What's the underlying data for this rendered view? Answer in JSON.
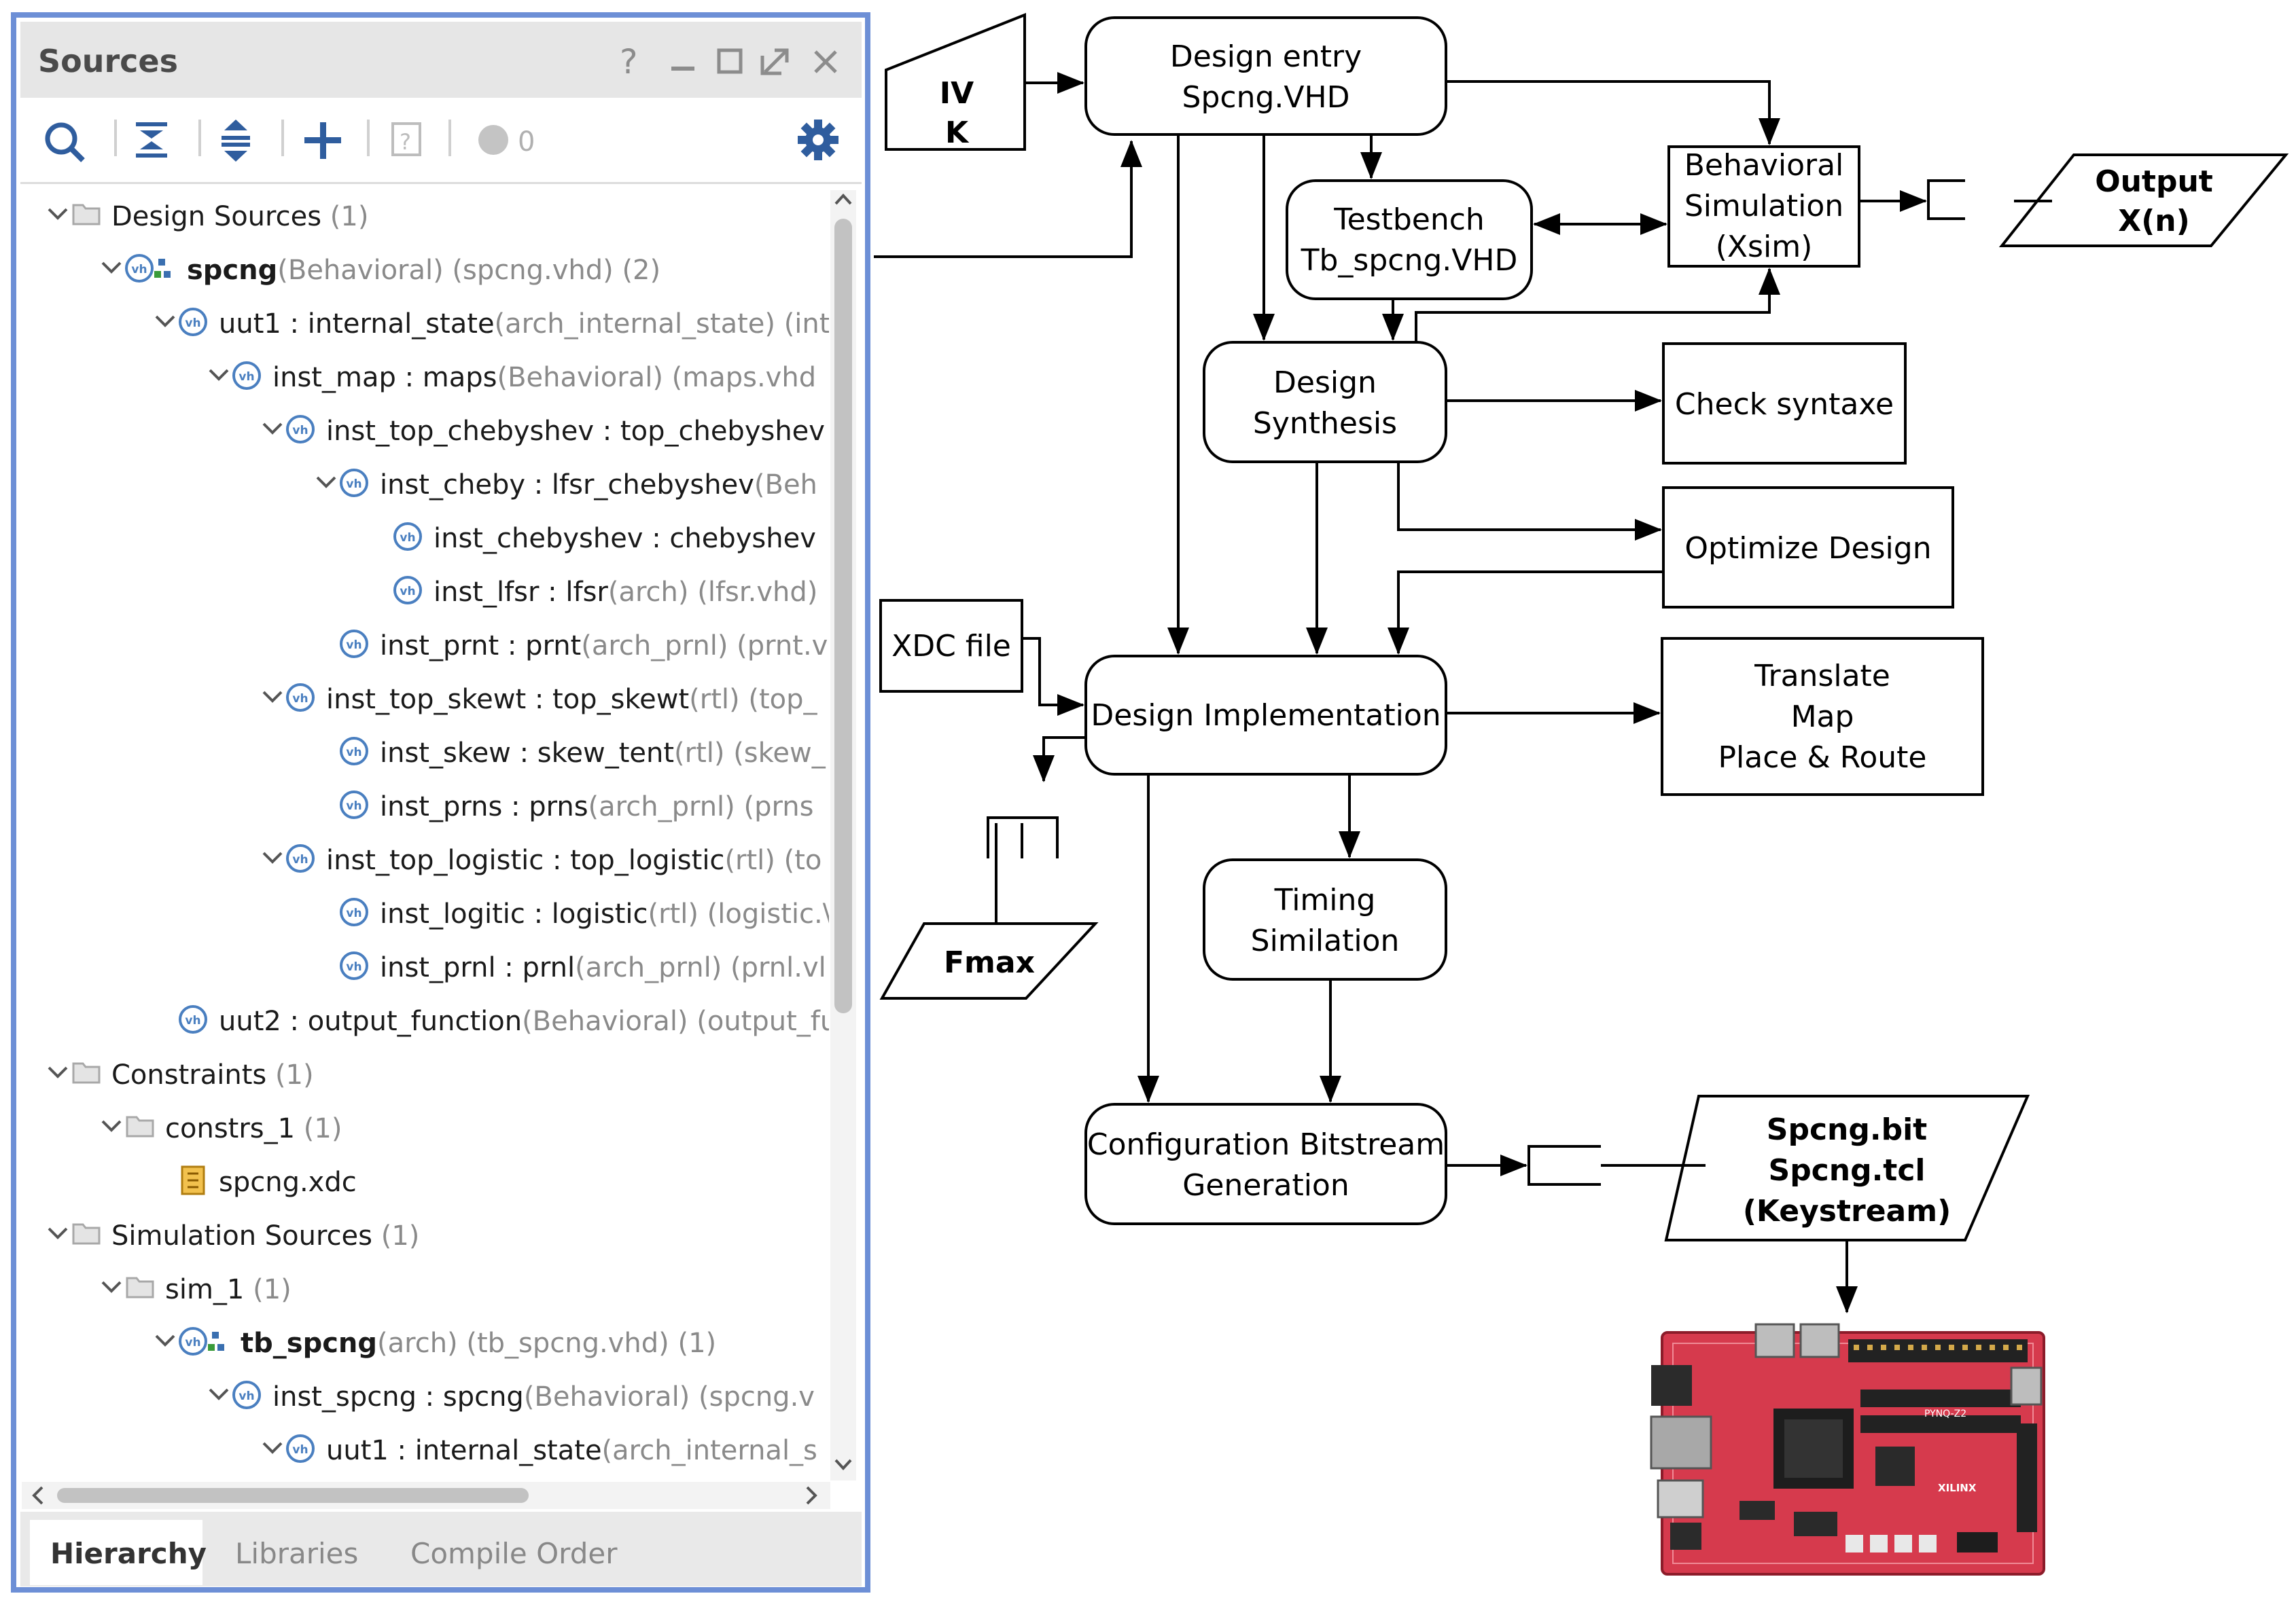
{
  "sources_panel": {
    "title": "Sources",
    "title_controls": [
      "?",
      "_",
      "□",
      "⇗",
      "×"
    ],
    "toolbar_count": "0",
    "tree": [
      {
        "depth": 0,
        "expander": "v",
        "icon": "folder-icon",
        "name": "Design Sources",
        "rest": " (1)"
      },
      {
        "depth": 1,
        "expander": "v",
        "icon": "vhdl-top-icon",
        "name": "spcng",
        "rest": "(Behavioral) (spcng.vhd) (2)",
        "bold": true
      },
      {
        "depth": 2,
        "expander": "v",
        "icon": "vhdl-icon",
        "name": "uut1 : internal_state",
        "rest": "(arch_internal_state) (int"
      },
      {
        "depth": 3,
        "expander": "v",
        "icon": "vhdl-icon",
        "name": "inst_map : maps",
        "rest": "(Behavioral) (maps.vhd"
      },
      {
        "depth": 4,
        "expander": "v",
        "icon": "vhdl-icon",
        "name": "inst_top_chebyshev : top_chebyshev",
        "rest": ""
      },
      {
        "depth": 5,
        "expander": "v",
        "icon": "vhdl-icon",
        "name": "inst_cheby : lfsr_chebyshev",
        "rest": "(Beh"
      },
      {
        "depth": 6,
        "expander": "",
        "icon": "vhdl-icon",
        "name": "inst_chebyshev : chebyshev",
        "rest": ""
      },
      {
        "depth": 6,
        "expander": "",
        "icon": "vhdl-icon",
        "name": "inst_lfsr : lfsr",
        "rest": "(arch) (lfsr.vhd)"
      },
      {
        "depth": 5,
        "expander": "",
        "icon": "vhdl-icon",
        "name": "inst_prnt : prnt",
        "rest": "(arch_prnl) (prnt.vl"
      },
      {
        "depth": 4,
        "expander": "v",
        "icon": "vhdl-icon",
        "name": "inst_top_skewt : top_skewt",
        "rest": "(rtl) (top_"
      },
      {
        "depth": 5,
        "expander": "",
        "icon": "vhdl-icon",
        "name": "inst_skew : skew_tent",
        "rest": "(rtl) (skew_"
      },
      {
        "depth": 5,
        "expander": "",
        "icon": "vhdl-icon",
        "name": "inst_prns : prns",
        "rest": "(arch_prnl) (prns"
      },
      {
        "depth": 4,
        "expander": "v",
        "icon": "vhdl-icon",
        "name": "inst_top_logistic : top_logistic",
        "rest": "(rtl) (to"
      },
      {
        "depth": 5,
        "expander": "",
        "icon": "vhdl-icon",
        "name": "inst_logitic : logistic",
        "rest": "(rtl) (logistic.\\"
      },
      {
        "depth": 5,
        "expander": "",
        "icon": "vhdl-icon",
        "name": "inst_prnl : prnl",
        "rest": "(arch_prnl) (prnl.vl"
      },
      {
        "depth": 2,
        "expander": "",
        "icon": "vhdl-icon",
        "name": "uut2 : output_function",
        "rest": "(Behavioral) (output_fu"
      },
      {
        "depth": 0,
        "expander": "v",
        "icon": "folder-icon",
        "name": "Constraints",
        "rest": " (1)"
      },
      {
        "depth": 1,
        "expander": "v",
        "icon": "folder-icon",
        "name": "constrs_1",
        "rest": " (1)"
      },
      {
        "depth": 2,
        "expander": "",
        "icon": "xdc-file-icon",
        "name": "spcng.xdc",
        "rest": ""
      },
      {
        "depth": 0,
        "expander": "v",
        "icon": "folder-icon",
        "name": "Simulation Sources",
        "rest": " (1)"
      },
      {
        "depth": 1,
        "expander": "v",
        "icon": "folder-icon",
        "name": "sim_1",
        "rest": " (1)"
      },
      {
        "depth": 2,
        "expander": "v",
        "icon": "vhdl-top-icon",
        "name": "tb_spcng",
        "rest": "(arch) (tb_spcng.vhd) (1)",
        "bold": true
      },
      {
        "depth": 3,
        "expander": "v",
        "icon": "vhdl-icon",
        "name": "inst_spcng : spcng",
        "rest": "(Behavioral) (spcng.v"
      },
      {
        "depth": 4,
        "expander": "v",
        "icon": "vhdl-icon",
        "name": "uut1 : internal_state",
        "rest": "(arch_internal_s"
      }
    ],
    "tabs": [
      "Hierarchy",
      "Libraries",
      "Compile Order"
    ],
    "colors": {
      "frame_blue": "#6d8fd6",
      "vhdl_icon": "#4a7fc0",
      "gear": "#2f5d9e"
    }
  },
  "diagram": {
    "iv_k": [
      "IV",
      "K"
    ],
    "design_entry": [
      "Design entry",
      "Spcng.VHD"
    ],
    "testbench": [
      "Testbench",
      "Tb_spcng.VHD"
    ],
    "behavioral_sim": [
      "Behavioral",
      "Simulation",
      "(Xsim)"
    ],
    "output": [
      "Output",
      "X(n)"
    ],
    "design_synthesis": [
      "Design",
      "Synthesis"
    ],
    "check_syntax": "Check syntaxe",
    "optimize_design": "Optimize Design",
    "xdc_file": "XDC file",
    "design_implementation": "Design Implementation",
    "translate": [
      "Translate",
      "Map",
      "Place & Route"
    ],
    "fmax": "Fmax",
    "timing_sim": [
      "Timing",
      "Similation"
    ],
    "bitstream": [
      "Configuration Bitstream",
      "Generation"
    ],
    "bit_output": [
      "Spcng.bit",
      "Spcng.tcl",
      "(Keystream)"
    ],
    "board_text": [
      "PYNQ-Z2",
      "XILINX"
    ]
  }
}
